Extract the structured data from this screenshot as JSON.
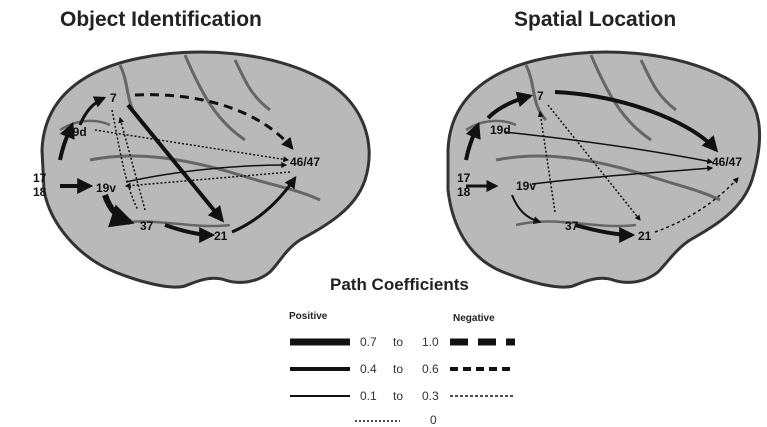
{
  "titles": {
    "left": "Object Identification",
    "right": "Spatial Location"
  },
  "nodes": {
    "n7": "7",
    "n19d": "19d",
    "n1718_top": "17",
    "n1718_bottom": "18",
    "n19v": "19v",
    "n37": "37",
    "n21": "21",
    "n4647": "46/47"
  },
  "legend": {
    "title": "Path  Coefficients",
    "positive_label": "Positive",
    "negative_label": "Negative",
    "rows": [
      {
        "a": "0.7",
        "to": "to",
        "b": "1.0"
      },
      {
        "a": "0.4",
        "to": "to",
        "b": "0.6"
      },
      {
        "a": "0.1",
        "to": "to",
        "b": "0.3"
      },
      {
        "zero": "0"
      }
    ]
  },
  "colors": {
    "brain_fill": "#b9b9b9",
    "brain_stroke": "#333333",
    "path": "#111111"
  }
}
